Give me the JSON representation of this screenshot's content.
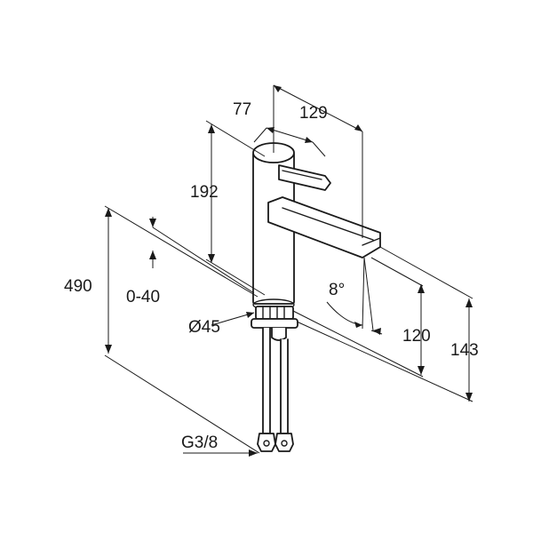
{
  "diagram": {
    "labels": {
      "dim_77": "77",
      "dim_129": "129",
      "dim_192": "192",
      "dim_490": "490",
      "dim_0_40": "0-40",
      "dim_diameter": "Ø45",
      "dim_angle": "8°",
      "dim_120": "120",
      "dim_143": "143",
      "dim_thread": "G3/8"
    },
    "icons": [
      "faucet-body",
      "lever-handle",
      "spout",
      "supply-hose",
      "base-mount"
    ]
  }
}
